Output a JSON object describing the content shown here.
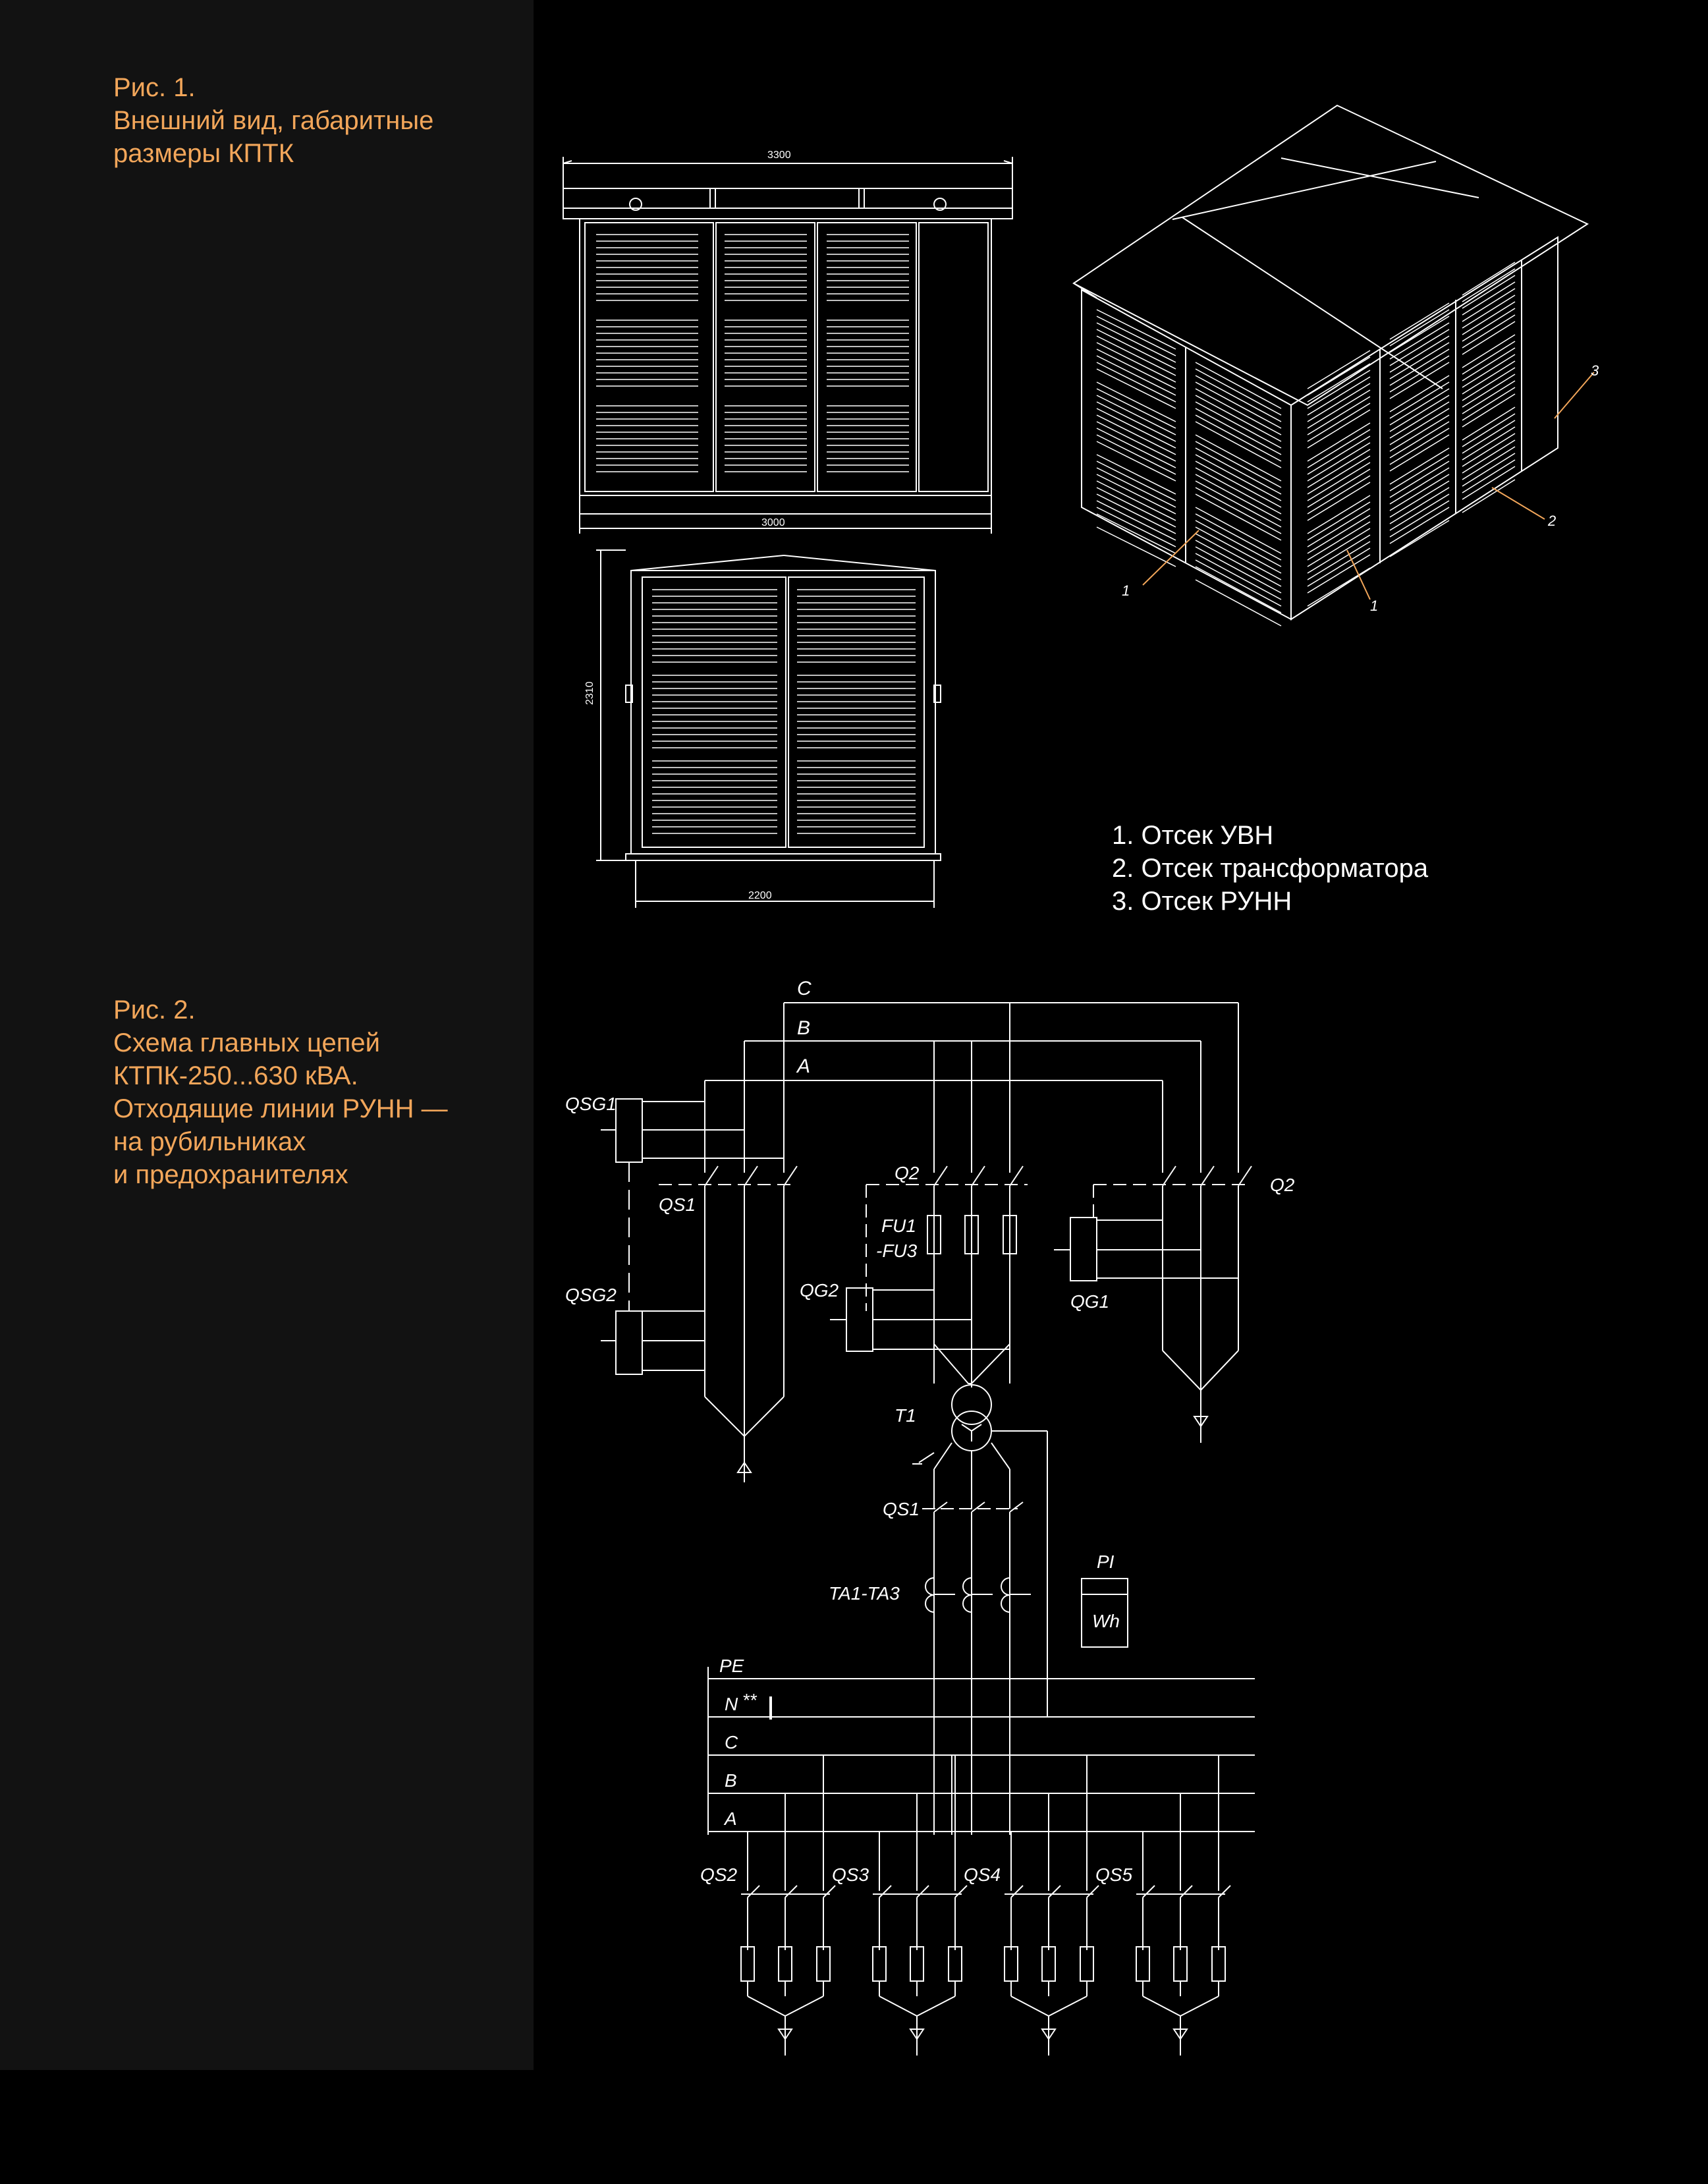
{
  "figure1": {
    "caption": [
      "Рис. 1.",
      "Внешний вид, габаритные",
      "размеры КПТК"
    ],
    "dims": {
      "width_top": "3300",
      "width_base": "3000",
      "height": "2310",
      "depth": "2200"
    },
    "callouts": [
      "1",
      "1",
      "2",
      "3"
    ],
    "legend": [
      "1. Отсек УВН",
      "2. Отсек трансформатора",
      "3. Отсек РУНН"
    ]
  },
  "figure2": {
    "caption": [
      "Рис. 2.",
      "Схема главных цепей",
      "КТПК-250...630 кВА.",
      "Отходящие линии РУНН —",
      "на рубильниках",
      "и предохранителях"
    ],
    "hv_phases": [
      "C",
      "B",
      "A"
    ],
    "lv_buses": [
      "PE",
      "N",
      "C",
      "B",
      "A"
    ],
    "n_mark": "**",
    "labels": {
      "qsg1": "QSG1",
      "qsg2": "QSG2",
      "qs1_hv": "QS1",
      "q2_left": "Q2",
      "q2_right": "Q2",
      "fu": [
        "FU1",
        "-FU3"
      ],
      "qg2": "QG2",
      "qg1": "QG1",
      "t1": "T1",
      "qs1_lv": "QS1",
      "ta": "TA1-TA3",
      "pi": "PI",
      "wh": "Wh"
    },
    "feeders": [
      "QS2",
      "QS3",
      "QS4",
      "QS5"
    ]
  },
  "colors": {
    "background": "#000000",
    "sidebar": "#121212",
    "caption": "#f2a65a",
    "lines": "#ffffff",
    "callout": "#f2a65a"
  }
}
